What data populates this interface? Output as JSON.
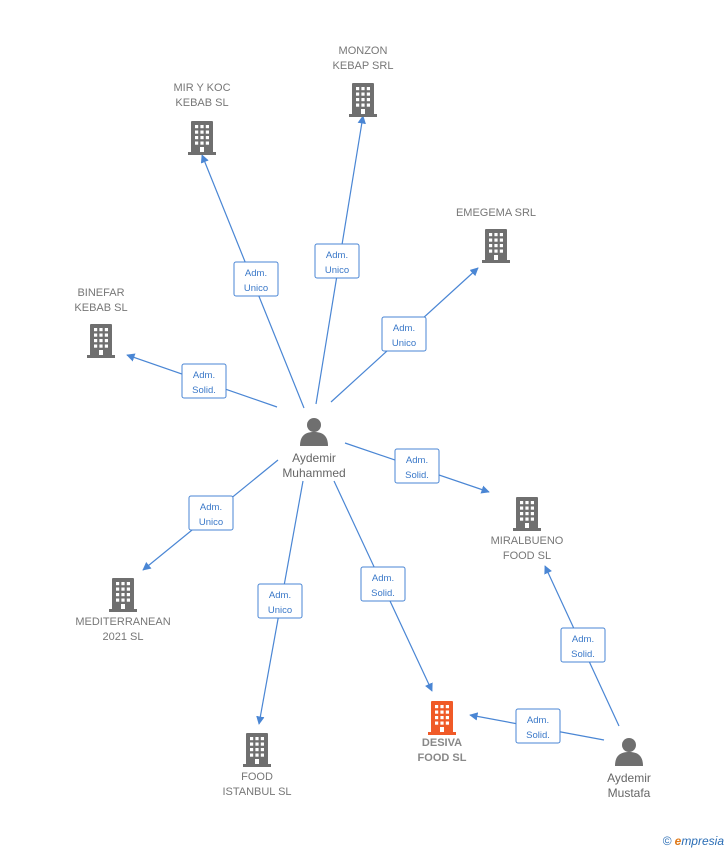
{
  "colors": {
    "edge": "#4a86d4",
    "building": "#6f6f6f",
    "building_highlight": "#f05a28",
    "person": "#6f6f6f",
    "label": "#777777"
  },
  "persons": [
    {
      "id": "aydemir_muhammed",
      "lines": [
        "Aydemir",
        "Muhammed"
      ],
      "icon": "person-icon"
    },
    {
      "id": "aydemir_mustafa",
      "lines": [
        "Aydemir",
        "Mustafa"
      ],
      "icon": "person-icon"
    }
  ],
  "companies": [
    {
      "id": "monzon",
      "lines": [
        "MONZON",
        "KEBAP SRL"
      ],
      "icon": "building-icon",
      "highlight": false
    },
    {
      "id": "mir_y_koc",
      "lines": [
        "MIR Y KOC",
        "KEBAB  SL"
      ],
      "icon": "building-icon",
      "highlight": false
    },
    {
      "id": "emegema",
      "lines": [
        "EMEGEMA SRL"
      ],
      "icon": "building-icon",
      "highlight": false
    },
    {
      "id": "binefar",
      "lines": [
        "BINEFAR",
        "KEBAB  SL"
      ],
      "icon": "building-icon",
      "highlight": false
    },
    {
      "id": "miralbueno",
      "lines": [
        "MIRALBUENO",
        "FOOD  SL"
      ],
      "icon": "building-icon",
      "highlight": false
    },
    {
      "id": "mediterranean",
      "lines": [
        "MEDITERRANEAN",
        "2021  SL"
      ],
      "icon": "building-icon",
      "highlight": false
    },
    {
      "id": "food_istanbul",
      "lines": [
        "FOOD",
        "ISTANBUL  SL"
      ],
      "icon": "building-icon",
      "highlight": false
    },
    {
      "id": "desiva",
      "lines": [
        "DESIVA",
        "FOOD  SL"
      ],
      "icon": "building-icon",
      "highlight": true
    }
  ],
  "edges": [
    {
      "from": "aydemir_muhammed",
      "to": "mir_y_koc",
      "label": [
        "Adm.",
        "Unico"
      ]
    },
    {
      "from": "aydemir_muhammed",
      "to": "monzon",
      "label": [
        "Adm.",
        "Unico"
      ]
    },
    {
      "from": "aydemir_muhammed",
      "to": "emegema",
      "label": [
        "Adm.",
        "Unico"
      ]
    },
    {
      "from": "aydemir_muhammed",
      "to": "binefar",
      "label": [
        "Adm.",
        "Solid."
      ]
    },
    {
      "from": "aydemir_muhammed",
      "to": "miralbueno",
      "label": [
        "Adm.",
        "Solid."
      ]
    },
    {
      "from": "aydemir_muhammed",
      "to": "mediterranean",
      "label": [
        "Adm.",
        "Unico"
      ]
    },
    {
      "from": "aydemir_muhammed",
      "to": "food_istanbul",
      "label": [
        "Adm.",
        "Unico"
      ]
    },
    {
      "from": "aydemir_muhammed",
      "to": "desiva",
      "label": [
        "Adm.",
        "Solid."
      ]
    },
    {
      "from": "aydemir_mustafa",
      "to": "miralbueno",
      "label": [
        "Adm.",
        "Solid."
      ]
    },
    {
      "from": "aydemir_mustafa",
      "to": "desiva",
      "label": [
        "Adm.",
        "Solid."
      ]
    }
  ],
  "footer": {
    "copyright": "©",
    "brand_initial": "e",
    "brand_rest": "mpresia"
  }
}
